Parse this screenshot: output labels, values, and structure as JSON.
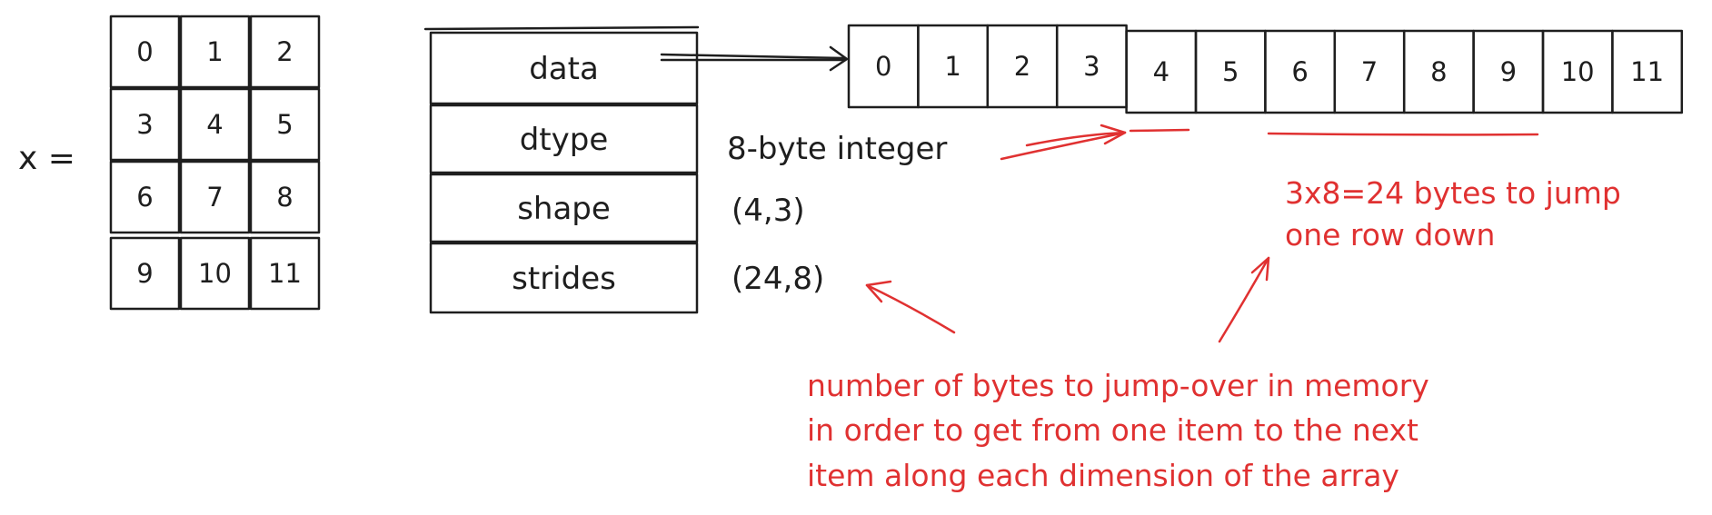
{
  "array": {
    "label": "x =",
    "rows": [
      [
        "0",
        "1",
        "2"
      ],
      [
        "3",
        "4",
        "5"
      ],
      [
        "6",
        "7",
        "8"
      ],
      [
        "9",
        "10",
        "11"
      ]
    ]
  },
  "fields": [
    {
      "name": "data",
      "value": ""
    },
    {
      "name": "dtype",
      "value": "8-byte integer"
    },
    {
      "name": "shape",
      "value": "(4,3)"
    },
    {
      "name": "strides",
      "value": "(24,8)"
    }
  ],
  "memory": [
    "0",
    "1",
    "2",
    "3",
    "4",
    "5",
    "6",
    "7",
    "8",
    "9",
    "10",
    "11"
  ],
  "notes": {
    "row_jump_line1": "3x8=24 bytes to jump",
    "row_jump_line2": "one row down",
    "strides_line1": "number of bytes to jump-over in memory",
    "strides_line2": "in order to get from one item to the next",
    "strides_line3": "item along each dimension of the array"
  },
  "colors": {
    "ink": "#1e1e1e",
    "annotation": "#e03131"
  }
}
